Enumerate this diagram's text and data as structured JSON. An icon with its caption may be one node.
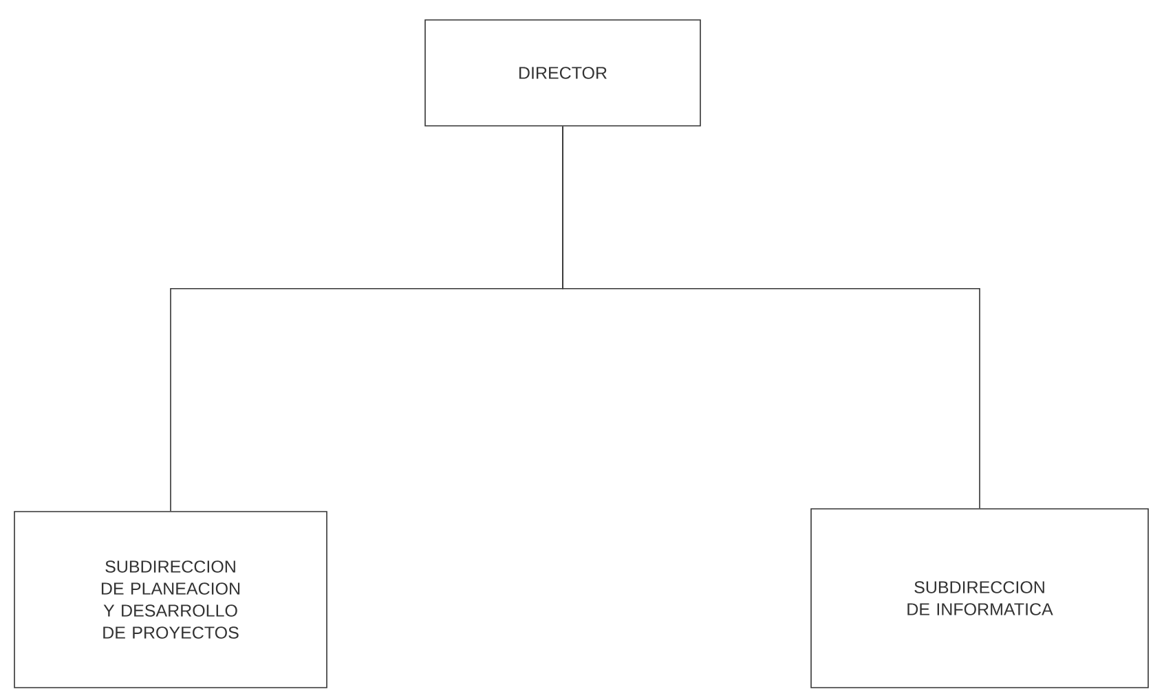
{
  "diagram": {
    "nodes": [
      {
        "text": [
          "DIRECTOR"
        ]
      },
      {
        "text": [
          "SUBDIRECCION DE PLANEACION Y DESARROLLO DE PROYECTOS"
        ]
      },
      {
        "text": [
          "SUBDIRECCION DE INFORMATICA"
        ]
      }
    ],
    "edges": [
      {
        "from": 0,
        "to": 1,
        "arrow": "none"
      },
      {
        "from": 0,
        "to": 2,
        "arrow": "none"
      }
    ]
  }
}
